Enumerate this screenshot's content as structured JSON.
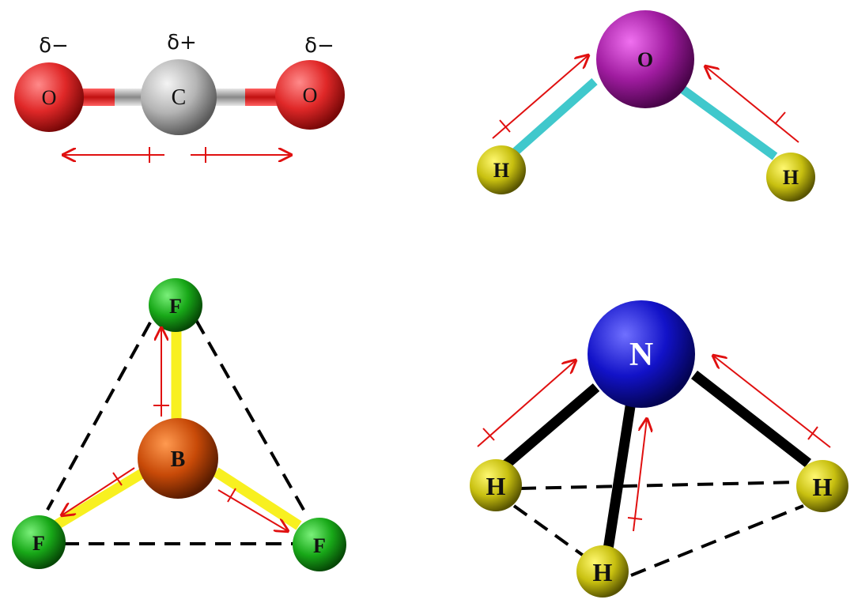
{
  "co2": {
    "atoms": {
      "left": "O",
      "center": "C",
      "right": "O"
    },
    "charges": {
      "left": "δ−",
      "center": "δ+",
      "right": "δ−"
    }
  },
  "h2o": {
    "atoms": {
      "center": "O",
      "left": "H",
      "right": "H"
    }
  },
  "bf3": {
    "atoms": {
      "center": "B",
      "top": "F",
      "left": "F",
      "right": "F"
    }
  },
  "nh3": {
    "atoms": {
      "center": "N",
      "left": "H",
      "right": "H",
      "bottom": "H"
    }
  },
  "colors": {
    "oxygen_red": "#d92525",
    "carbon_gray": "#b4b4b4",
    "oxygen_purple": "#9a1a9a",
    "hydrogen_yellow": "#c8c010",
    "fluorine_green": "#1aa81a",
    "boron_orange": "#c84a08",
    "nitrogen_blue": "#1010c8",
    "h2o_bond_cyan": "#40c8cc",
    "bf3_bond_yellow": "#f8f020",
    "nh3_bond_black": "#000000",
    "dipole_arrow_red": "#e01010"
  }
}
